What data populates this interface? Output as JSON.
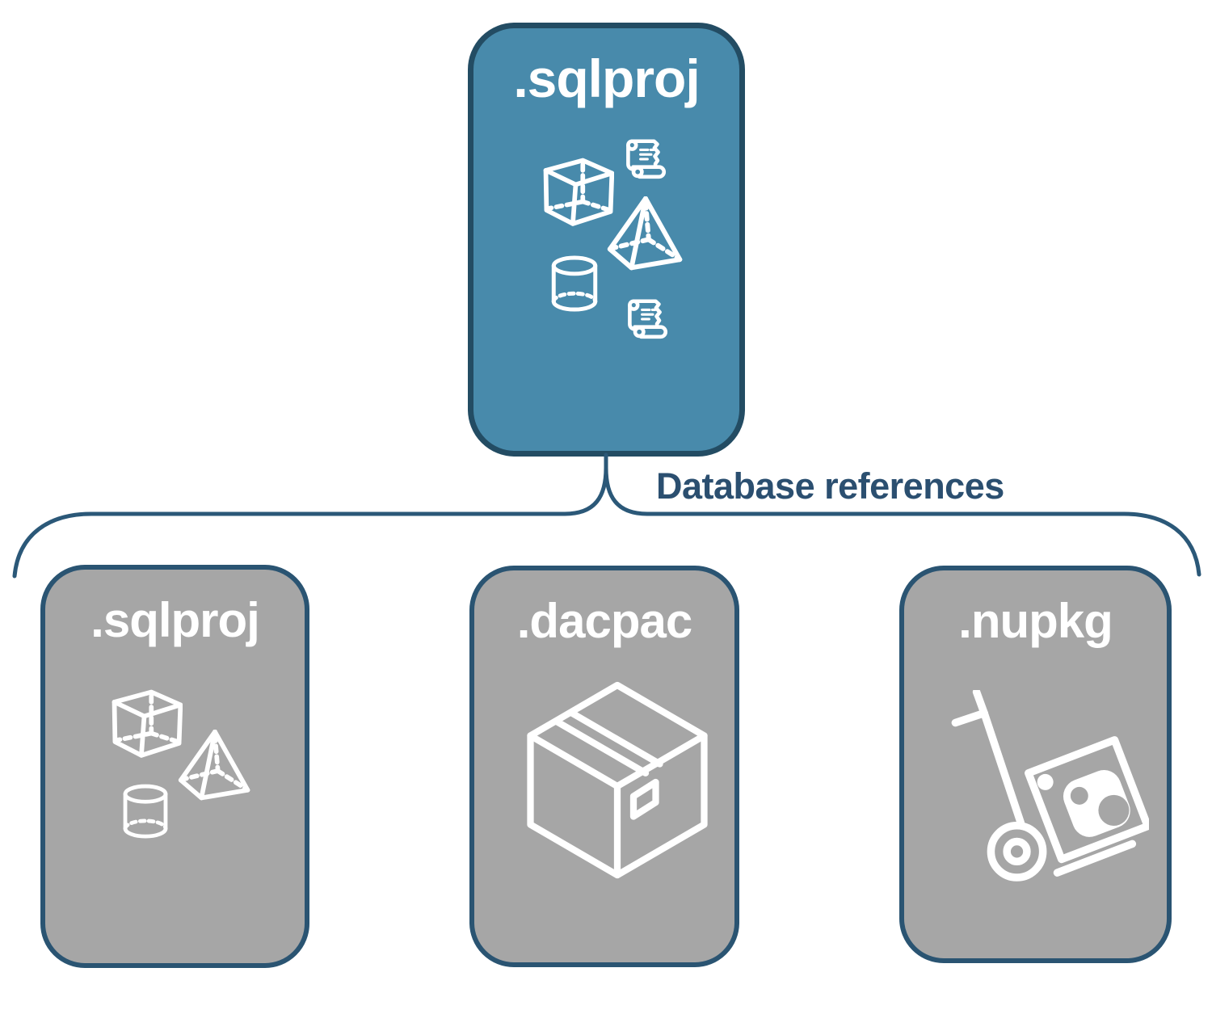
{
  "top_card": {
    "label": ".sqlproj",
    "icons": [
      "cube-icon",
      "script-scroll-icon",
      "pyramid-icon",
      "cylinder-icon",
      "script-scroll-icon"
    ]
  },
  "connector": {
    "label": "Database references"
  },
  "bottom_cards": [
    {
      "label": ".sqlproj",
      "icons": [
        "cube-icon",
        "pyramid-icon",
        "cylinder-icon"
      ]
    },
    {
      "label": ".dacpac",
      "icons": [
        "package-box-icon"
      ]
    },
    {
      "label": ".nupkg",
      "icons": [
        "hand-truck-package-icon"
      ]
    }
  ],
  "colors": {
    "background": "#ffffff",
    "top_card_fill": "#488aab",
    "top_card_border": "#234c63",
    "bottom_card_fill": "#a6a6a6",
    "bottom_card_border": "#2a5472",
    "connector_stroke": "#2b5878",
    "connector_text": "#2b4f70",
    "title_and_icons": "#ffffff"
  }
}
